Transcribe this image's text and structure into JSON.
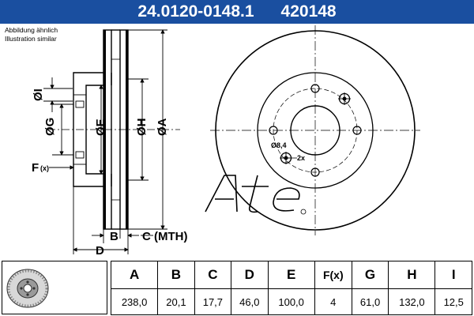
{
  "header": {
    "part_number": "24.0120-0148.1",
    "ref_number": "420148"
  },
  "note": {
    "line1": "Abbildung ähnlich",
    "line2": "Illustration similar"
  },
  "drawing": {
    "labels": {
      "I": "ØI",
      "G": "ØG",
      "E": "ØE",
      "H": "ØH",
      "A": "ØA",
      "F": "F",
      "F_suffix": "(x)",
      "B": "B",
      "C": "C (MTH)",
      "D": "D",
      "hole_dia": "Ø8,4",
      "hole_count": "2x"
    },
    "logo_text": "Ate"
  },
  "specs": {
    "headers": [
      "A",
      "B",
      "C",
      "D",
      "E",
      "F(x)",
      "G",
      "H",
      "I"
    ],
    "values": [
      "238,0",
      "20,1",
      "17,7",
      "46,0",
      "100,0",
      "4",
      "61,0",
      "132,0",
      "12,5"
    ]
  },
  "colors": {
    "header_bg": "#1a4fa0",
    "header_text": "#ffffff",
    "line": "#000000"
  }
}
